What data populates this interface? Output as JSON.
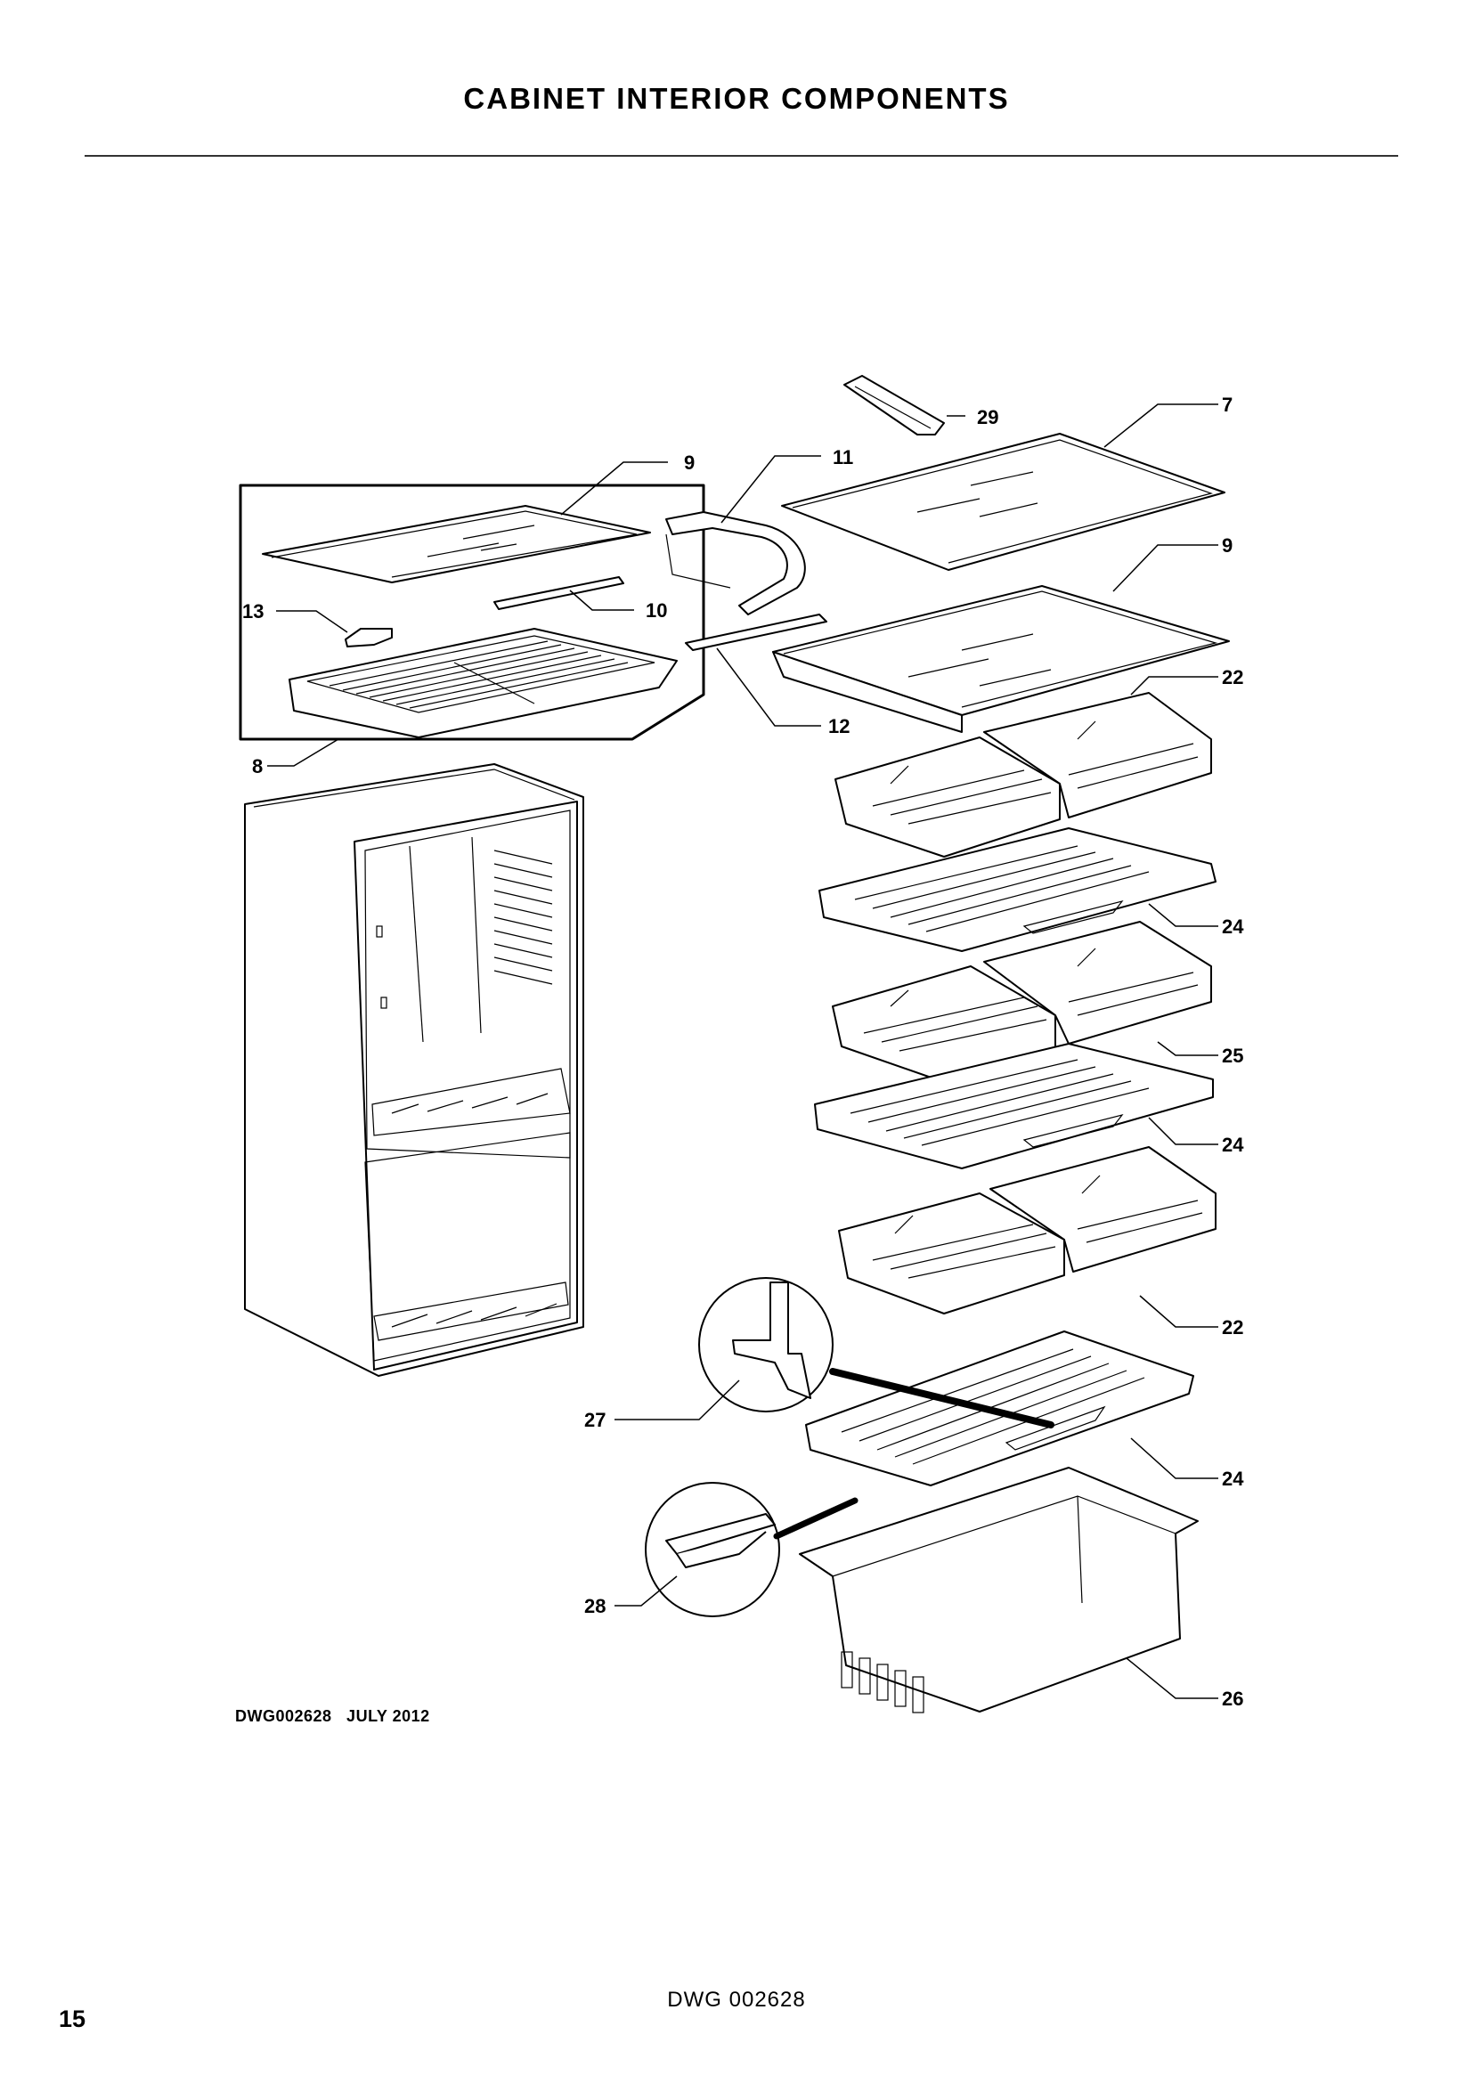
{
  "header": {
    "title": "CABINET INTERIOR COMPONENTS"
  },
  "callouts": {
    "c7": "7",
    "c8": "8",
    "c9a": "9",
    "c9b": "9",
    "c10": "10",
    "c11": "11",
    "c12": "12",
    "c13": "13",
    "c22a": "22",
    "c22b": "22",
    "c24a": "24",
    "c24b": "24",
    "c24c": "24",
    "c25": "25",
    "c26": "26",
    "c27": "27",
    "c28": "28",
    "c29": "29"
  },
  "drawing_caption": "DWG002628   JULY 2012",
  "footer": {
    "drawing_number": "DWG 002628",
    "page_number": "15"
  }
}
